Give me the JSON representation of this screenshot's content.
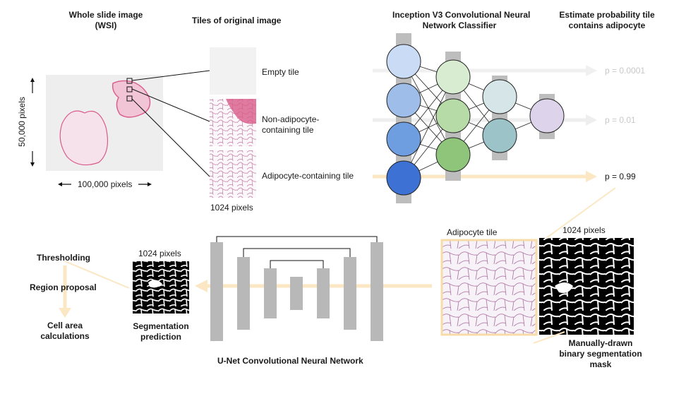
{
  "wsi": {
    "title_line1": "Whole slide image",
    "title_line2": "(WSI)",
    "height_label": "50,000 pixels",
    "width_label": "100,000 pixels"
  },
  "tiles": {
    "title": "Tiles of original image",
    "empty_label": "Empty tile",
    "non_adipocyte_line1": "Non-adipocyte-",
    "non_adipocyte_line2": "containing tile",
    "adipocyte_label": "Adipocyte-containing tile",
    "size_label": "1024 pixels"
  },
  "classifier": {
    "title_line1": "Inception V3 Convolutional Neural",
    "title_line2": "Network Classifier"
  },
  "probability": {
    "title_line1": "Estimate probability tile",
    "title_line2": "contains adipocyte",
    "p_empty": "p = 0.0001",
    "p_non_adipocyte": "p = 0.01",
    "p_adipocyte": "p = 0.99"
  },
  "training": {
    "adipocyte_tile_label": "Adipocyte tile",
    "mask_size_label": "1024 pixels",
    "mask_caption_line1": "Manually-drawn",
    "mask_caption_line2": "binary segmentation",
    "mask_caption_line3": "mask"
  },
  "unet": {
    "title": "U-Net Convolutional Neural Network"
  },
  "segmentation": {
    "size_label": "1024 pixels",
    "caption_line1": "Segmentation",
    "caption_line2": "prediction"
  },
  "postprocessing": {
    "step1": "Thresholding",
    "step2": "Region proposal",
    "step3_line1": "Cell area",
    "step3_line2": "calculations"
  },
  "colors": {
    "input_layer": "#8fb1e6",
    "hidden_layer_1": "#a9d39a",
    "hidden_layer_2": "#a7c9cc",
    "output_layer": "#d9cde8",
    "layer_bar": "#b8b8b8",
    "flow_arrow": "#fbe7c3",
    "tile_border": "#f7dcaa",
    "tissue_stain": "#d95b8a"
  }
}
